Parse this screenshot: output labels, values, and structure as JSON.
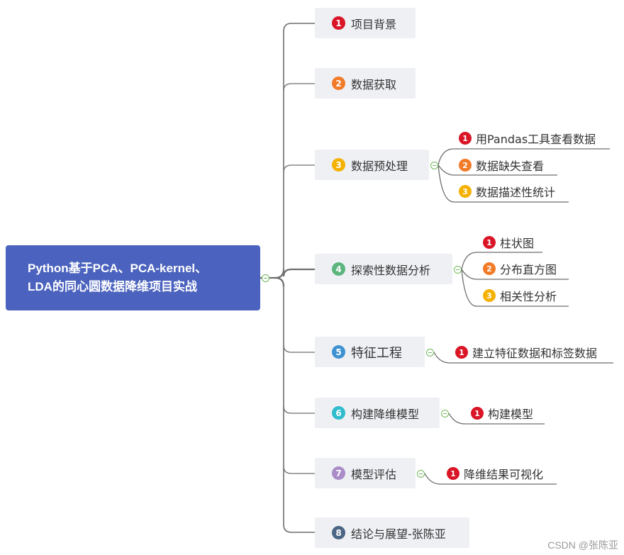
{
  "root": {
    "line1": "Python基于PCA、PCA-kernel、",
    "line2": "LDA的同心圆数据降维项目实战"
  },
  "colors": {
    "root": "#4b63be",
    "node_bg": "#eef0f4",
    "connector": "#6d6d6d",
    "badge_1": "#d91526",
    "badge_2": "#f27b28",
    "badge_3": "#f5b100",
    "badge_4": "#5cb57e",
    "badge_5": "#3f92d2",
    "badge_6": "#2fbccd",
    "badge_7": "#a98cc8",
    "badge_8": "#4b6584"
  },
  "branches": [
    {
      "num": "1",
      "label": "项目背景"
    },
    {
      "num": "2",
      "label": "数据获取"
    },
    {
      "num": "3",
      "label": "数据预处理"
    },
    {
      "num": "4",
      "label": "探索性数据分析"
    },
    {
      "num": "5",
      "label": "特征工程"
    },
    {
      "num": "6",
      "label": "构建降维模型"
    },
    {
      "num": "7",
      "label": "模型评估"
    },
    {
      "num": "8",
      "label": "结论与展望-张陈亚"
    }
  ],
  "children": {
    "preprocess": [
      {
        "num": "1",
        "label": "用Pandas工具查看数据"
      },
      {
        "num": "2",
        "label": "数据缺失查看"
      },
      {
        "num": "3",
        "label": "数据描述性统计"
      }
    ],
    "eda": [
      {
        "num": "1",
        "label": "柱状图"
      },
      {
        "num": "2",
        "label": "分布直方图"
      },
      {
        "num": "3",
        "label": "相关性分析"
      }
    ],
    "features": [
      {
        "num": "1",
        "label": "建立特征数据和标签数据"
      }
    ],
    "model": [
      {
        "num": "1",
        "label": "构建模型"
      }
    ],
    "evaluate": [
      {
        "num": "1",
        "label": "降维结果可视化"
      }
    ]
  },
  "watermark": "CSDN @张陈亚"
}
